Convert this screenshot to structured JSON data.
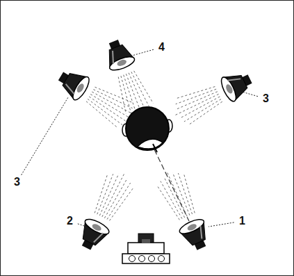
{
  "diagram": {
    "labels": [
      "4",
      "3",
      "3",
      "2",
      "1"
    ]
  }
}
